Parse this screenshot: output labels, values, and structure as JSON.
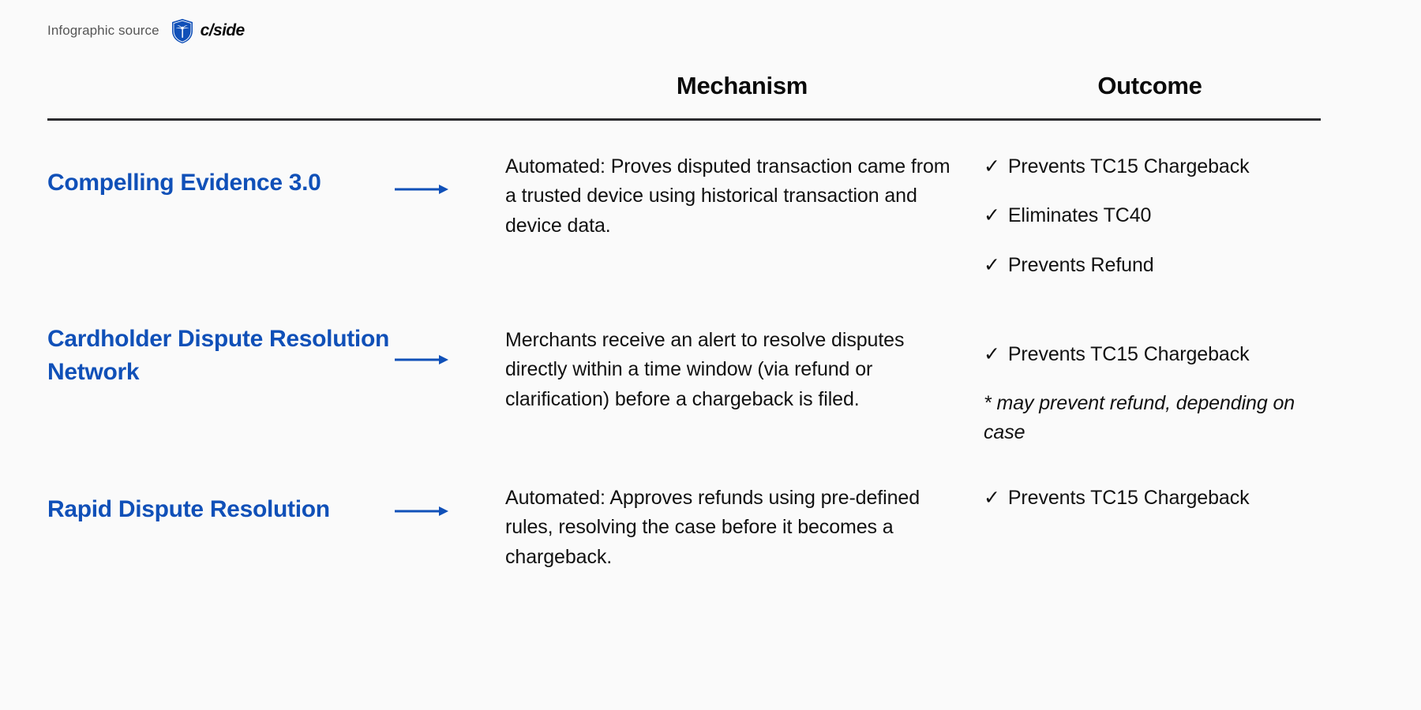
{
  "source": {
    "label": "Infographic source",
    "brand_name": "c/side",
    "shield_icon": "shield-palm-icon",
    "brand_color": "#1050b8"
  },
  "table": {
    "columns": {
      "feature": "",
      "mechanism": "Mechanism",
      "outcome": "Outcome"
    },
    "rows": [
      {
        "name": "Compelling Evidence 3.0",
        "arrow_icon": "arrow-right-icon",
        "mechanism": "Automated: Proves disputed transaction came from a trusted device using historical transaction and device data.",
        "outcomes": [
          {
            "check": "✓",
            "text": "Prevents TC15 Chargeback",
            "note": false
          },
          {
            "check": "✓",
            "text": "Eliminates TC40",
            "note": false
          },
          {
            "check": "✓",
            "text": "Prevents Refund",
            "note": false
          }
        ]
      },
      {
        "name": "Cardholder Dispute Resolution Network",
        "arrow_icon": "arrow-right-icon",
        "mechanism": "Merchants receive an alert to resolve disputes directly within a time window (via refund or clarification) before a chargeback is filed.",
        "outcomes": [
          {
            "check": "✓",
            "text": "Prevents TC15 Chargeback",
            "note": false
          },
          {
            "check": "",
            "text": "* may prevent refund, depending on case",
            "note": true
          }
        ]
      },
      {
        "name": "Rapid Dispute Resolution",
        "arrow_icon": "arrow-right-icon",
        "mechanism": "Automated: Approves refunds using pre-defined rules, resolving the case before it becomes a chargeback.",
        "outcomes": [
          {
            "check": "✓",
            "text": "Prevents TC15 Chargeback",
            "note": false
          }
        ]
      }
    ]
  },
  "colors": {
    "background": "#fafafa",
    "accent_blue": "#1050b8",
    "text": "#111111",
    "rule": "#2b2b2e"
  }
}
